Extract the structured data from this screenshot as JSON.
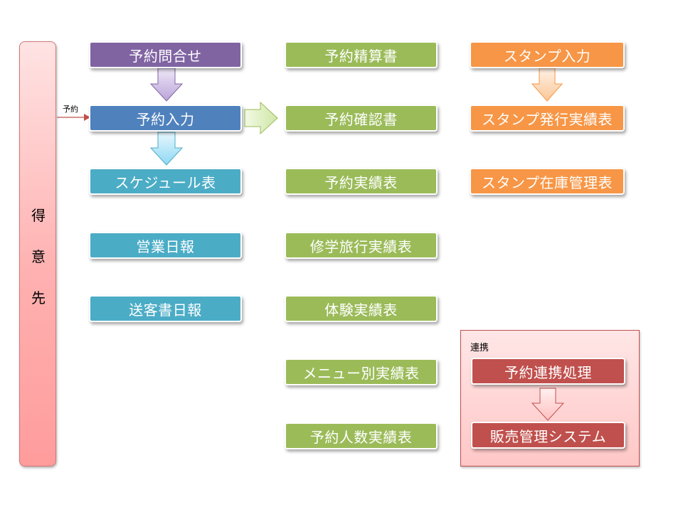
{
  "customer": {
    "chars": [
      "得",
      "意",
      "先"
    ]
  },
  "customer_arrow_label": "予約",
  "column1": {
    "inquiry": "予約問合せ",
    "entry": "予約入力",
    "schedule": "スケジュール表",
    "sales_daily": "営業日報",
    "shuttle_daily": "送客書日報"
  },
  "column2": {
    "settlement": "予約精算書",
    "confirmation": "予約確認書",
    "results": "予約実績表",
    "school_trip": "修学旅行実績表",
    "experience": "体験実績表",
    "menu_results": "メニュー別実績表",
    "headcount_results": "予約人数実績表"
  },
  "column3": {
    "stamp_entry": "スタンプ入力",
    "stamp_issue": "スタンプ発行実績表",
    "stamp_inventory": "スタンプ在庫管理表"
  },
  "link_group": {
    "label": "連携",
    "process": "予約連携処理",
    "system": "販売管理システム"
  },
  "colors": {
    "purple": "#8064a2",
    "blue": "#4f81bd",
    "teal": "#4bacc6",
    "green": "#9bbb59",
    "orange": "#f79646",
    "red": "#c0504d",
    "customer_bar": "#ffb0b0"
  }
}
